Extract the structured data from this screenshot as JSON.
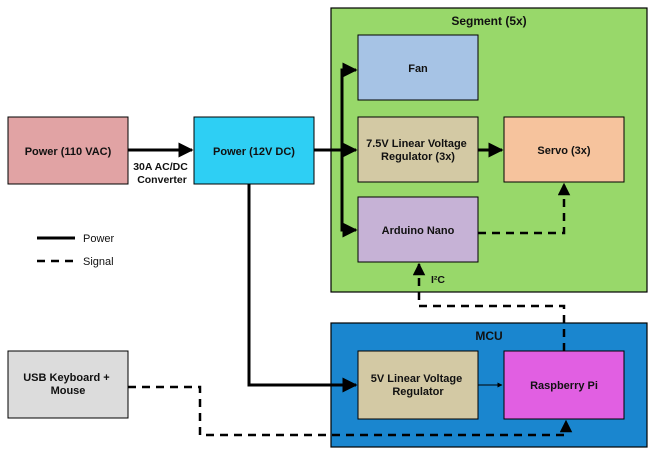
{
  "groups": {
    "segment": {
      "title": "Segment (5x)",
      "fill": "#98d86a"
    },
    "mcu": {
      "title": "MCU",
      "fill": "#1a86cf"
    }
  },
  "blocks": {
    "power_110": {
      "lines": [
        "Power (110 VAC)"
      ],
      "fill": "#e1a3a4"
    },
    "power_12": {
      "lines": [
        "Power (12V DC)"
      ],
      "fill": "#2ecff4"
    },
    "fan": {
      "lines": [
        "Fan"
      ],
      "fill": "#a6c3e5"
    },
    "reg_75": {
      "lines": [
        "7.5V Linear Voltage",
        "Regulator (3x)"
      ],
      "fill": "#d3c9a4"
    },
    "servo": {
      "lines": [
        "Servo (3x)"
      ],
      "fill": "#f6c39d"
    },
    "arduino": {
      "lines": [
        "Arduino Nano"
      ],
      "fill": "#c6b2d6"
    },
    "usb": {
      "lines": [
        "USB Keyboard +",
        "Mouse"
      ],
      "fill": "#dcdcdc"
    },
    "reg_5": {
      "lines": [
        "5V Linear Voltage",
        "Regulator"
      ],
      "fill": "#d3c9a4"
    },
    "rpi": {
      "lines": [
        "Raspberry Pi"
      ],
      "fill": "#e15fe2"
    }
  },
  "annotations": {
    "converter": [
      "30A AC/DC",
      "Converter"
    ],
    "i2c": "I²C"
  },
  "legend": {
    "power": "Power",
    "signal": "Signal"
  }
}
